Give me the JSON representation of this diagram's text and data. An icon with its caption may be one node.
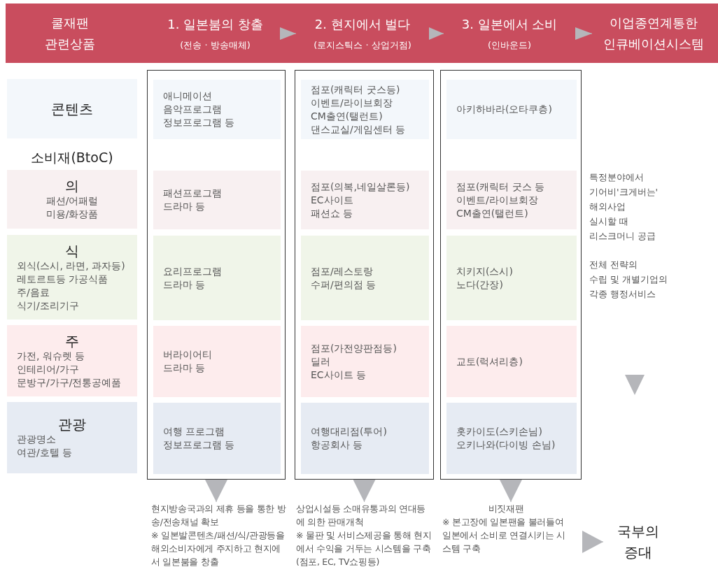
{
  "diagram": {
    "nodes": [
      {
        "text": [
          "쿨재팬 관련상품"
        ]
      },
      {
        "text": [
          "1. 일본붐의 창출",
          "(전송 · 방송매체)"
        ]
      },
      {
        "text": [
          "2. 현지에서 벌다",
          "(로지스틱스 · 상업거점)"
        ]
      },
      {
        "text": [
          "3. 일본에서 소비",
          "(인바운드)"
        ]
      },
      {
        "text": [
          "이업종연계통한 인큐베이션시스템"
        ]
      },
      {
        "text": [
          "콘텐츠"
        ]
      },
      {
        "text": [
          "의",
          "패션/어패럴 미용/화장품"
        ]
      },
      {
        "text": [
          "식",
          "외식(스시, 라면, 과자등) 레토르트등 가공식품 주/음료 식기/조리기구"
        ]
      },
      {
        "text": [
          "주",
          "가전, 워슈렛 등 인테리어/가구 문방구/가구/전통공예품"
        ]
      },
      {
        "text": [
          "관광",
          "관광명소 여관/호텔 등"
        ]
      },
      {
        "text": [],
        "shape": "box"
      },
      {
        "text": [
          "애니메이션 음악프로그램 정보프로그램 등"
        ],
        "in": 10
      },
      {
        "text": [
          "패션프로그램 드라마 등"
        ],
        "in": 10
      },
      {
        "text": [
          "요리프로그램 드라마 등"
        ],
        "in": 10
      },
      {
        "text": [
          "버라이어티 드라마 등"
        ],
        "in": 10
      },
      {
        "text": [
          "여행 프로그램 정보프로그램 등"
        ],
        "in": 10
      },
      {
        "text": [],
        "shape": "box"
      },
      {
        "text": [
          "점포(캐릭터 굿스등) 이벤트/라이브회장 CM출연(탤런트) 댄스교실/게임센터 등"
        ],
        "in": 16
      },
      {
        "text": [
          "점포(의복,네일살론등) EC사이트 패션쇼 등"
        ],
        "in": 16
      },
      {
        "text": [
          "점포/레스토랑 수퍼/편의점 등"
        ],
        "in": 16
      },
      {
        "text": [
          "점포(가전양판점등) 딜러 EC사이트 등"
        ],
        "in": 16
      },
      {
        "text": [
          "여행대리점(투어) 항공회사 등"
        ],
        "in": 16
      },
      {
        "text": [],
        "shape": "box"
      },
      {
        "text": [
          "아키하바라(오타쿠층)"
        ],
        "in": 22
      },
      {
        "text": [
          "점포(캐릭터 굿스 등 이벤트/라이브회장 CM출연(탤런트)"
        ],
        "in": 22
      },
      {
        "text": [
          "치키지(스시) 노다(간장)"
        ],
        "in": 22
      },
      {
        "text": [
          "교토(럭셔리층)"
        ],
        "in": 22
      },
      {
        "text": [
          "홋카이도(스키손님) 오키나와(다이빙 손님)"
        ],
        "in": 22
      },
      {
        "text": [
          "특정분야에서 기어비'크게버는' 해외사업 실시할 때 리스크머니 공급",
          "전체 전략의 수립 및 개별기업의 각종 행정서비스"
        ]
      },
      {
        "text": [
          "현지방송국과의 제휴 등을 통한 방송/전송채널 확보",
          "※ 일본발콘텐츠/패션/식/관광등을 해외소비자에게 주지하고 현지에서 일본붐을 창출"
        ]
      },
      {
        "text": [
          "상업시설등 소매유통과의 연대등에 의한 판매개척",
          "※ 물판 및 서비스제공을 통해 현지에서 수익을 거두는 시스템을 구축(점포, EC, TV쇼핑등)"
        ]
      },
      {
        "text": [
          "비짓재팬",
          "※ 본고장에 일본팬을 불러들여 일본에서 소비로 연결시키는 시스템 구축"
        ]
      },
      {
        "text": [
          "국부의 증대"
        ]
      }
    ],
    "edges": [
      {
        "from": 1,
        "to": 2,
        "arrow": "to"
      },
      {
        "from": 2,
        "to": 3,
        "arrow": "to"
      },
      {
        "from": 3,
        "to": 4,
        "arrow": "to"
      },
      {
        "from": 10,
        "to": 29,
        "arrow": "to"
      },
      {
        "from": 16,
        "to": 30,
        "arrow": "to"
      },
      {
        "from": 22,
        "to": 31,
        "arrow": "to"
      },
      {
        "from": 31,
        "to": 32,
        "arrow": "to"
      }
    ],
    "labels": [
      "소비재(BtoC)"
    ]
  }
}
